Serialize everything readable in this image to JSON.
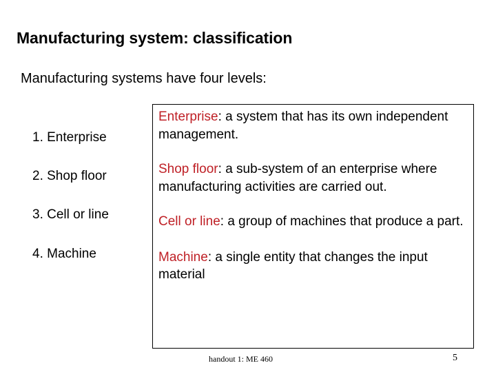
{
  "slide": {
    "title": "Manufacturing system: classification",
    "subtitle": "Manufacturing systems have four levels:",
    "accent_color": "#bf2026",
    "text_color": "#000000",
    "background_color": "#ffffff"
  },
  "levels": [
    {
      "label": "1. Enterprise"
    },
    {
      "label": "2. Shop floor"
    },
    {
      "label": "3. Cell or line"
    },
    {
      "label": "4. Machine"
    }
  ],
  "definitions": [
    {
      "term": "Enterprise",
      "separator": ": ",
      "text": "a system that has its own independent management."
    },
    {
      "term": "Shop floor",
      "separator": ": ",
      "text": "a sub-system of an enterprise where manufacturing activities are carried out."
    },
    {
      "term": "Cell or line",
      "separator": ": ",
      "text": "a group of machines that produce a part."
    },
    {
      "term": "Machine",
      "separator": ": ",
      "text": "a single entity that changes the input material"
    }
  ],
  "footer": {
    "note": "handout 1: ME 460",
    "page_number": "5"
  }
}
